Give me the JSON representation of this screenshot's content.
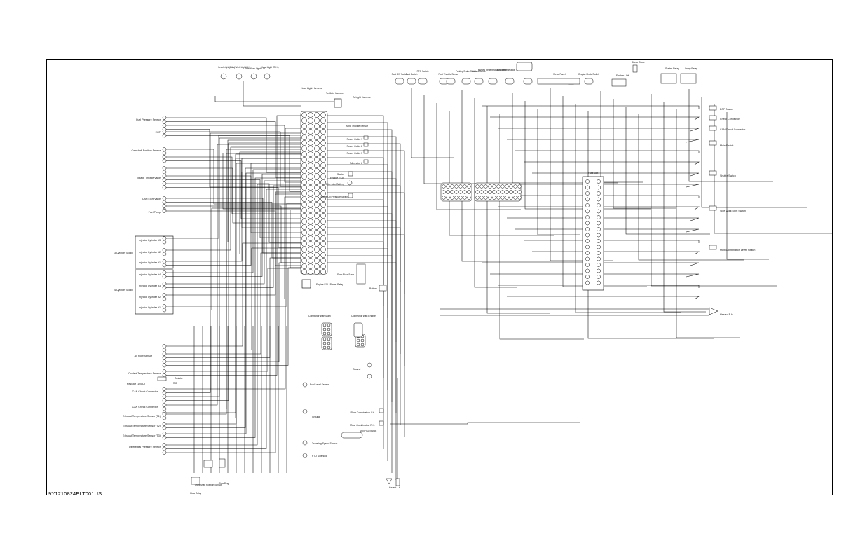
{
  "figure_code": "9Y1210824ELT001US",
  "labels_left": [
    "Fuel Pressure Sensor",
    "EGT",
    "Camshaft Position Sensor",
    "Intake Throttle Valve",
    "CAN EGR Valve",
    "Fuel Pump",
    "Injector Cylinder #3",
    "Injector Cylinder #2",
    "Injector Cylinder #1",
    "Injector Cylinder #4",
    "Injector Cylinder #3",
    "Injector Cylinder #2",
    "Injector Cylinder #1",
    "Air Flow Sensor",
    "Coolant Temperature Sensor",
    "CAN Check Connector",
    "CAN Check Connector",
    "Exhaust Temperature Sensor (T1)",
    "Exhaust Temperature Sensor (T2)",
    "Exhaust Temperature Sensor (T3)",
    "Differential Pressure Sensor"
  ],
  "group_labels": [
    "3 Cylinder Model",
    "4 Cylinder Model"
  ],
  "resistor_label": "Resistor (120 Ω)",
  "resistor_tag": "Resistor",
  "resistor_tag2": "R.B",
  "labels_bottom_left": [
    "Glow Relay",
    "Crankshaft Position Sensor",
    "Glow Plug"
  ],
  "labels_top_left": [
    "Head Light (L.H.)",
    "Side Work Light R.H.",
    "Side Work Light L.H.",
    "Head Light (R.H.)"
  ],
  "head_light_harness": "Head Light Harness",
  "to_main_harness": "To Main Harness",
  "engine_ecu": "Engine ECU",
  "engine_ecu_relay": "Engine ECU Power Relay",
  "connector_main": "Connector With Main",
  "connector_engine": "Connector With Engine",
  "fuel_level_sensor": "Fuel Level Sensor",
  "ground": "Ground",
  "traveling_speed_sensor": "Traveling Speed Sensor",
  "pto_solenoid": "PTO Solenoid",
  "to_light_harness": "To Light Harness",
  "hand_throttle_sensor": "Hand Throttle Sensor",
  "power_outlets": [
    "Power Outlet 1",
    "Power Outlet 2",
    "Power Outlet 3"
  ],
  "alternator_l": "Alternator L",
  "starter": "Starter",
  "alternator_battery": "Alternator Battery",
  "oil_pressure_switch": "Engine Oil Pressure Switch",
  "slow_blow_fuse": "Slow Blow Fuse",
  "battery": "Battery",
  "ground_mid": "Ground",
  "rear_comb_lh": "Rear Combination L.H.",
  "rear_comb_rh": "Rear Combination R.H.",
  "mid_pto_switch": "Mid PTO Switch",
  "hazard_lh": "Hazard L.H.",
  "labels_top_mid": [
    "Seat SW Switch",
    "Seat Switch",
    "PTO Switch",
    "Foot Throttle Sensor",
    "Parking Brake Switch",
    "Hazard Switch",
    "Parked Regeneration Switch",
    "Auto Regeneration Switch",
    "Meter Panel",
    "Display Mode Switch"
  ],
  "flasher_unit": "Flasher Unit",
  "starter_diode": "Starter Diode",
  "starter_relay": "Starter Relay",
  "lamp_relay": "Lamp Relay",
  "fuse_box": "Fuse Box",
  "labels_right": [
    "DPF Buzzer",
    "Check Connector",
    "CAN Check Connector",
    "Main Switch",
    "Shuttle Switch",
    "Side Work Light Switch",
    "Multi Combination Lever Switch",
    "Hazard R.H."
  ]
}
